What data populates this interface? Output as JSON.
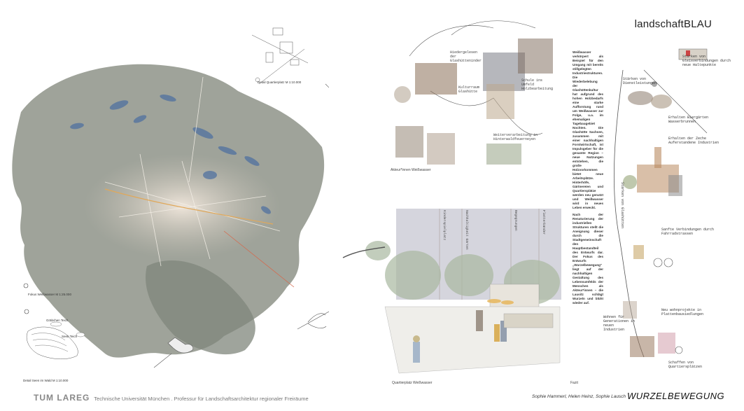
{
  "brand": "landschaftBLAU",
  "map": {
    "quarter_caption": "Detail Quartierplatz M 1:10.000",
    "overview_caption": "Fokus Weißwasser M 1:25.000",
    "lake_caption": "Detail Seen im Wald M 1:10.000",
    "lake_labels": [
      "Gräbchen Teich",
      "Seeb Teich"
    ]
  },
  "sketch_panel": {
    "caption": "Akteur*innen Weißwasser",
    "labels": [
      "Hiedergelesen der Glashütteninder",
      "Kulturraum Glashütte",
      "Schule ins Umfeld Holzbearbeitung",
      "Weiterverarbeitung in Hinterwaldfeuerneyen"
    ]
  },
  "description": [
    "Weißwasser verkörpert als Beispiel für den Umgang mit bereits stillgelegten Industriestrukturen. Die Wiederbelebung der Glashüttenkultur hat aufgrund des hohen Holzbedarfs eine starke Aufforstung rund um Weißwasser zur Folge, u.a. im ehemaligen Tagebaugebiet Nochten. Die Glashütte Sachsen, zusammen mit einer nachhaltigen Forstwirtschaft, ist Impulsgeber für die gesamte Region – neue Nutzungen entstehen, die große Holzvorkommen bietet neue Arbeitsplätze. Hinterhöfe, Gärtnereien und Quartiersplätze werden neu genutzt und Weißwasser wird in neues Leben erweckt.",
    "Nach der Renaturierung der industriellen Strukturen stellt die Aneignung dieser durch die Stadtgemeinschaft den Hauptbestandteil des Entwurfs dar. Der Fokus des Entwurfs „Wurzelbewegung“ liegt auf der nachhaltigen Gestaltung des Lebensumfelds der Menschen als Akteur*innen – die Lausitz schlägt Wurzeln und blüht wieder auf."
  ],
  "perspective": {
    "caption": "Quartierplatz Weißwasser",
    "caption_right": "Fazit",
    "annotations": [
      "Kinderspielplatz",
      "Nachhaltigkeit Gärten",
      "Begegnungen",
      "Flatterbänder"
    ]
  },
  "right_sketches": {
    "labels": [
      "Stärken von Gleisverbindungen durch neue Haltepunkte",
      "Stärken von Dienstleistungen",
      "Erhalten Biergärten Wasserbrunnen",
      "Erhalten der Zeche Auferstandene Industrien",
      "Sanfte Verbindungen durch Fahrradstrassen",
      "Stärken von Glashütten",
      "Neu wohnprojekte in Plattenbausiedlungen",
      "Schaffen von Quartiersplätzen",
      "Wohnen für Generationen in neuen Industrien"
    ]
  },
  "footer": {
    "logo": "TUM LAREG",
    "institution": "Technische Universität München . Professur für Landschaftsarchitektur regionaler Freiräume",
    "authors": "Sophie Hammerl, Helen Heinz, Sophie Lausch",
    "project": "WURZELBEWEGUNG"
  }
}
